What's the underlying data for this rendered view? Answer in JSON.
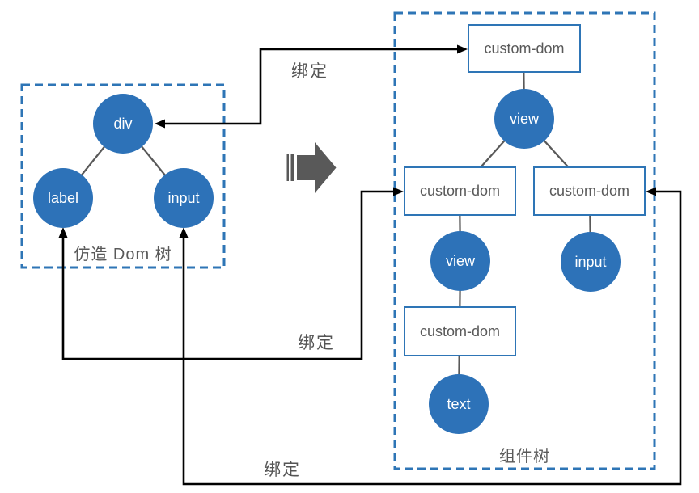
{
  "left_panel": {
    "caption": "仿造 Dom 树",
    "nodes": {
      "div": "div",
      "label": "label",
      "input": "input"
    }
  },
  "right_panel": {
    "caption": "组件树",
    "nodes": {
      "custom_dom_top": "custom-dom",
      "view_top": "view",
      "custom_dom_left": "custom-dom",
      "custom_dom_right": "custom-dom",
      "view_mid": "view",
      "custom_dom_inner": "custom-dom",
      "text_leaf": "text",
      "input_leaf": "input"
    }
  },
  "bindings": {
    "top": "绑定",
    "middle": "绑定",
    "bottom": "绑定"
  },
  "colors": {
    "node_fill": "#2d72b8",
    "outline_blue": "#2e75b6",
    "connector_gray": "#595959",
    "binding_line": "#000000",
    "transform_arrow": "#595959",
    "label_text": "#595959"
  }
}
